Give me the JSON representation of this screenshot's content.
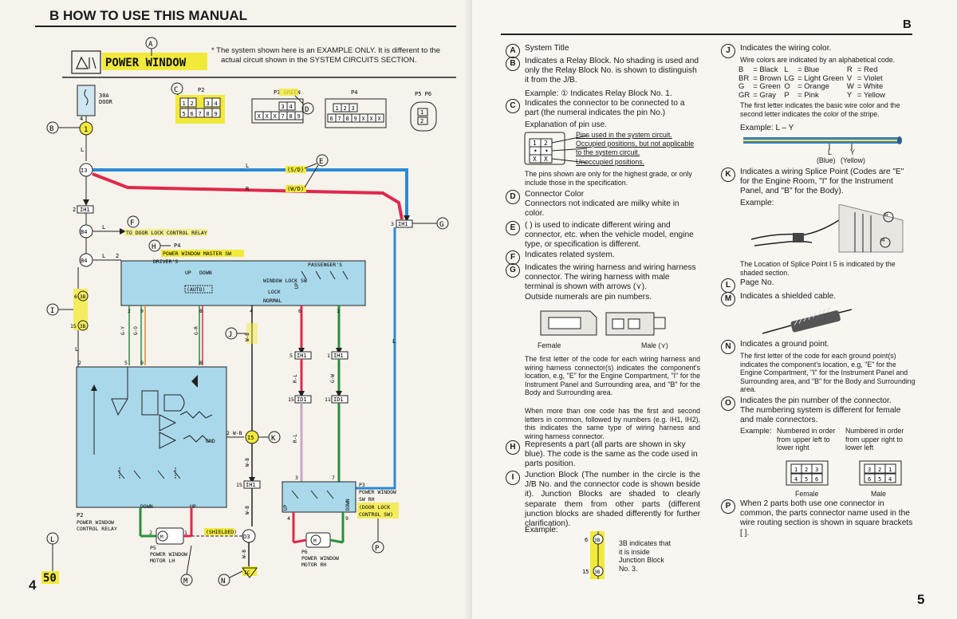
{
  "left_page": {
    "section_title": "B   HOW TO USE THIS MANUAL",
    "page_number": "4",
    "page_mark": "50",
    "title_box": "POWER WINDOW",
    "note_line1": "* The system shown here is an EXAMPLE ONLY. It is different to the",
    "note_line2": "actual circuit shown in the SYSTEM CIRCUITS SECTION.",
    "callouts": {
      "A": "A",
      "B": "B",
      "C": "C",
      "D": "D",
      "E": "E",
      "F": "F",
      "G": "G",
      "H": "H",
      "I": "I",
      "J": "J",
      "K": "K",
      "L": "L",
      "M": "M",
      "N": "N",
      "O": "O",
      "P": "P"
    },
    "diagram": {
      "fuse_30a": "30A",
      "fuse_door": "DOOR",
      "conn_p2": "P2",
      "conn_p3": "P3 GREEN",
      "conn_p4": "P4",
      "conn_p5p6": "P5  P6",
      "p2_pins_top": [
        "1",
        "2",
        "",
        "3",
        "4"
      ],
      "p2_pins_bot": [
        "5",
        "6",
        "7",
        "8",
        "9"
      ],
      "p3_pins_top": [
        "3",
        "4"
      ],
      "p3_pins_bot": [
        "X",
        "X",
        "X",
        "7",
        "8",
        "9"
      ],
      "p4_pins_top": [
        "1",
        "2",
        "3"
      ],
      "p4_pins_bot": [
        "6",
        "7",
        "8",
        "9",
        "X",
        "X",
        "X"
      ],
      "to_door_lock": "TO DOOR LOCK CONTROL RELAY",
      "p4_label": "P4",
      "p4_name": "POWER WINDOW MASTER SW",
      "drivers": "DRIVER'S",
      "passengers": "PASSENGER'S",
      "up": "UP",
      "down": "DOWN",
      "auto": "(AUTO)",
      "window_lock_sw": "WINDOW LOCK SW",
      "lock": "LOCK",
      "normal": "NORMAL",
      "s_d": "(S/D)",
      "w_d": "(W/D)",
      "j1_ih1": "IH1",
      "j2_id1": "ID1",
      "j3_ih1a": "IH1",
      "j3_ih1b": "IH1",
      "j_id1": "ID1",
      "j_ih1": "IH1",
      "j_ih1_15": "IH1",
      "p2_relay": "P2",
      "p2_relay_name1": "POWER WINDOW",
      "p2_relay_name2": "CONTROL RELAY",
      "p5": "P5",
      "p5_name1": "POWER WINDOW",
      "p5_name2": "MOTOR LH",
      "p6": "P6",
      "p6_name1": "POWER WINDOW",
      "p6_name2": "MOTOR RH",
      "p3": "P3",
      "p3_name1": "POWER WINDOW",
      "p3_name2": "SW RH",
      "p3_name3": "(DOOR LOCK",
      "p3_name4": "CONTROL SW)",
      "shielded": "(SHIELDED)",
      "gnd": "GND",
      "ic": "IC",
      "id_b4": "B4",
      "id_i3": "I3",
      "id_d3": "D3",
      "id_i5": "I5",
      "wire_l": "L",
      "wire_r": "R",
      "wire_w_b": "W-B",
      "wire_g_y": "G-Y",
      "wire_g_o": "G-O",
      "wire_g_r": "G-R",
      "wire_r_l": "R-L",
      "wire_g_w": "G-W",
      "wire_2wb": "2 W-B",
      "jb_6": "6",
      "jb_15": "15",
      "jb_3b": "3B",
      "m": "M"
    }
  },
  "right_page": {
    "page_letter": "B",
    "page_number": "5",
    "A": {
      "lab": "A",
      "text": "System Title"
    },
    "B": {
      "lab": "B",
      "text": "Indicates a Relay Block. No shading is used and only the Relay Block No. is shown to distinguish it from the J/B.",
      "example": "Example:  ① Indicates Relay Block No. 1."
    },
    "C": {
      "lab": "C",
      "text": "Indicates the connector to be connected to a part (the numeral indicates the pin No.)",
      "sub": "Explanation of pin use.",
      "pin1": "Pins used in the system circuit.",
      "pin2": "Occupied positions, but not applicable to the system circuit.",
      "pin3": "Unoccupied positions.",
      "note": "The pins shown are only for the highest grade, or only include those in the specification."
    },
    "D": {
      "lab": "D",
      "text": "Connector Color",
      "sub": "Connectors not indicated are milky white in color."
    },
    "E": {
      "lab": "E",
      "text": "(    ) is used to indicate different wiring and connector, etc. when the vehicle model, engine type, or specification is different."
    },
    "F": {
      "lab": "F",
      "text": "Indicates related system."
    },
    "G": {
      "lab": "G",
      "text": "Indicates the wiring harness and wiring harness connector. The wiring harness with male terminal is shown with arrows (⋎).",
      "sub": "Outside numerals are pin numbers.",
      "female": "Female",
      "male": "Male (⋎)",
      "p1": "The first letter of the code for each wiring harness and wiring harness connector(s) indicates the component's location, e.g, \"E\" for the Engine Compartment, \"I\" for the Instrument Panel and Surrounding area, and \"B\" for the Body and Surrounding area.",
      "p2": "When more than one code has the first and second letters in common, followed by numbers (e.g. IH1, IH2), this indicates the same type of wiring harness and wiring harness connector."
    },
    "H": {
      "lab": "H",
      "text": "Represents a part (all parts are shown in sky blue). The code is the same as the code used in parts position."
    },
    "I": {
      "lab": "I",
      "text": "Junction Block (The number in the circle is the J/B No. and the connector code is shown beside it). Junction Blocks are shaded to clearly separate them from other parts (different junction blocks are shaded differently for further clarification).",
      "example": "Example:",
      "jb_top": "6",
      "jb_top_code": "3B",
      "jb_bot": "15",
      "jb_bot_code": "3B",
      "jb_note": "3B indicates that it is inside Junction Block No. 3."
    },
    "J": {
      "lab": "J",
      "text": "Indicates the wiring color.",
      "sub": "Wire colors are indicated by an alphabetical code.",
      "codes": [
        [
          "B",
          "= Black",
          "L",
          "= Blue",
          "R",
          "= Red"
        ],
        [
          "BR",
          "= Brown",
          "LG",
          "= Light Green",
          "V",
          "= Violet"
        ],
        [
          "G",
          "= Green",
          "O",
          "= Orange",
          "W",
          "= White"
        ],
        [
          "GR",
          "= Gray",
          "P",
          "= Pink",
          "Y",
          "= Yellow"
        ]
      ],
      "note": "The first letter indicates the basic wire color and the second letter indicates the color of the stripe.",
      "example": "Example:  L – Y",
      "blue": "(Blue)",
      "yellow": "(Yellow)",
      "l": "L",
      "y": "Y"
    },
    "K": {
      "lab": "K",
      "text": "Indicates a wiring Splice Point (Codes are \"E\" for the Engine Room, \"I\" for the Instrument Panel, and \"B\" for the Body).",
      "example": "Example:",
      "i5": "I5",
      "i4": "I4",
      "note": "The Location of Splice Point I 5 is indicated by the shaded section."
    },
    "L": {
      "lab": "L",
      "text": "Page No."
    },
    "M": {
      "lab": "M",
      "text": "Indicates a shielded cable."
    },
    "N": {
      "lab": "N",
      "text": "Indicates a ground point.",
      "note": "The first letter of the code for each ground point(s) indicates the component's location, e.g, \"E\" for the Engine Compartment, \"I\" for the Instrument Panel and Surrounding area, and \"B\" for the Body and Surrounding area."
    },
    "O": {
      "lab": "O",
      "text": "Indicates the pin number of the connector.",
      "sub": "The numbering system is different for female and male connectors.",
      "ex_label": "Example:",
      "female_desc": "Numbered in order from upper left to lower right",
      "male_desc": "Numbered in order from upper right to lower left",
      "female": "Female",
      "male": "Male",
      "female_top": [
        "1",
        "2",
        "3"
      ],
      "female_bot": [
        "4",
        "5",
        "6"
      ],
      "male_top": [
        "3",
        "2",
        "1"
      ],
      "male_bot": [
        "6",
        "5",
        "4"
      ]
    },
    "P": {
      "lab": "P",
      "text": "When 2 parts both use one connector in common, the parts connector name used in the wire routing section is shown in square brackets [    ]."
    }
  }
}
